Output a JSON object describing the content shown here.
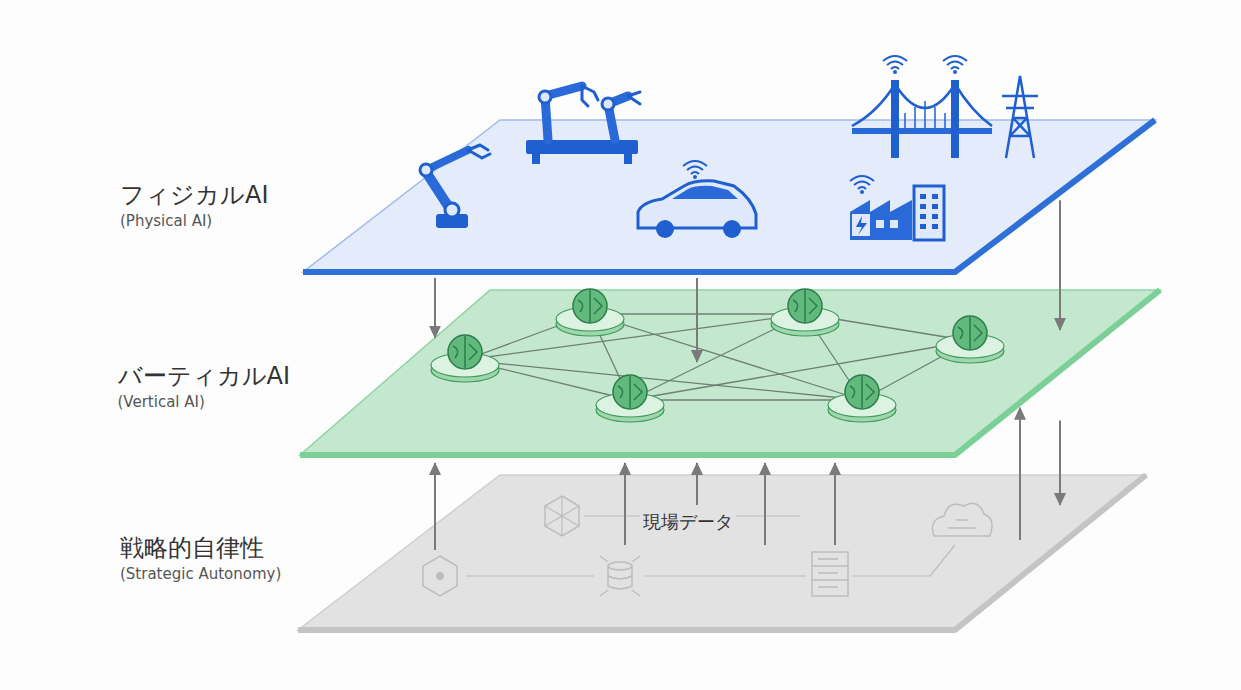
{
  "diagram": {
    "nodes": [
      {
        "text": [
          "フィジカルAI",
          "(Physical AI)"
        ]
      },
      {
        "text": [
          "バーティカルAI",
          "(Vertical AI)"
        ]
      },
      {
        "text": [
          "戦略的自律性",
          "(Strategic Autonomy)"
        ]
      }
    ],
    "edges": [
      {
        "from": 0,
        "to": 1,
        "arrow": "to"
      },
      {
        "from": 0,
        "to": 1,
        "arrow": "to"
      },
      {
        "from": 0,
        "to": 1,
        "arrow": "to"
      },
      {
        "from": 1,
        "to": 2,
        "arrow": "to"
      },
      {
        "from": 2,
        "to": 1,
        "arrow": "to"
      },
      {
        "from": 2,
        "to": 1,
        "arrow": "to"
      },
      {
        "from": 2,
        "to": 1,
        "arrow": "to"
      },
      {
        "from": 2,
        "to": 1,
        "arrow": "to"
      },
      {
        "from": 2,
        "to": 1,
        "arrow": "to"
      },
      {
        "from": 2,
        "to": 1,
        "arrow": "to"
      }
    ],
    "labels": [
      "現場データ"
    ]
  }
}
